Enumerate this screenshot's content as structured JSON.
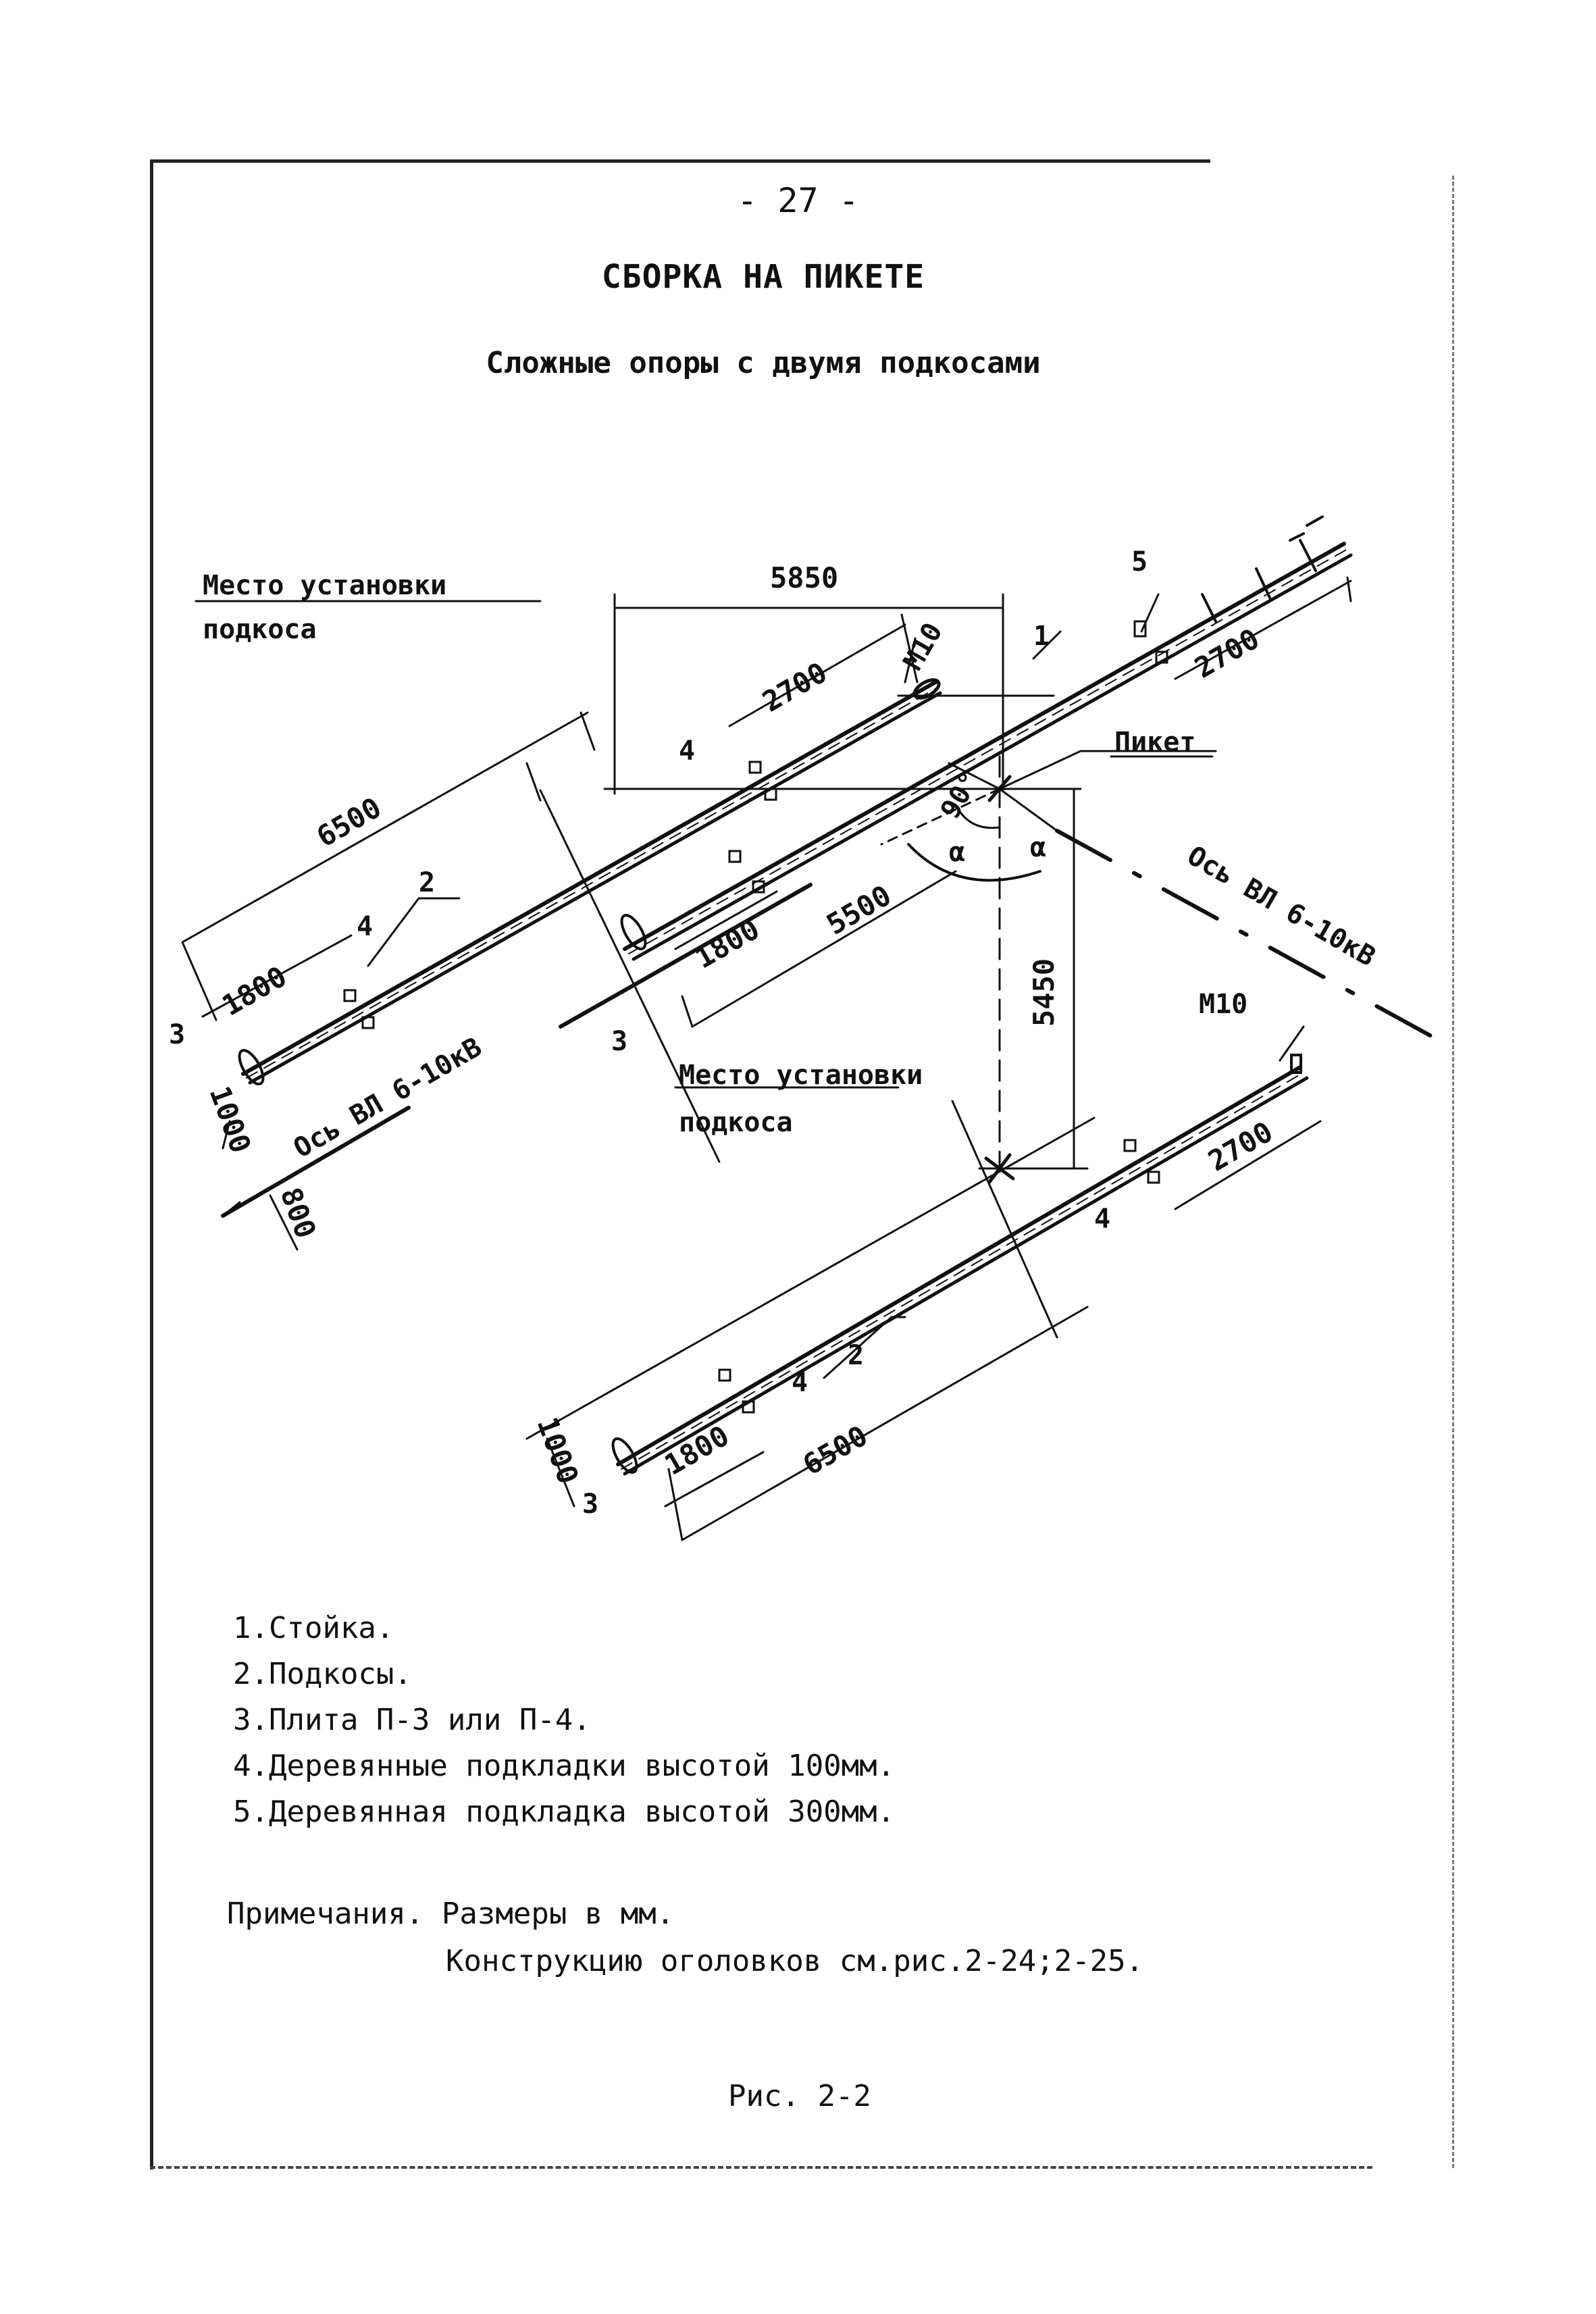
{
  "page_number": "- 27 -",
  "title": "СБОРКА НА ПИКЕТЕ",
  "subtitle": "Сложные опоры с двумя подкосами",
  "diagram": {
    "mesto_top_line1": "Место установки",
    "mesto_top_line2": "подкоса",
    "mesto_bottom_line1": "Место установки",
    "mesto_bottom_line2": "подкоса",
    "piket": "Пикет",
    "axis_left": "Ось ВЛ 6-10кВ",
    "axis_right": "Ось ВЛ 6-10кВ",
    "dim_5850": "5850",
    "dim_6500_top": "6500",
    "dim_2700_a": "2700",
    "dim_2700_b": "2700",
    "dim_2700_c": "2700",
    "dim_1800_a": "1800",
    "dim_1800_b": "1800",
    "dim_1800_c": "1800",
    "dim_5500": "5500",
    "dim_5450": "5450",
    "dim_6500_bottom": "6500",
    "dim_1000_a": "1000",
    "dim_1000_b": "1000",
    "dim_800": "800",
    "m10_a": "М10",
    "m10_b": "М10",
    "callout_1": "1",
    "callout_2a": "2",
    "callout_2b": "2",
    "callout_3a": "3",
    "callout_3b": "3",
    "callout_3c": "3",
    "callout_4a": "4",
    "callout_4b": "4",
    "callout_4c": "4",
    "callout_4d": "4",
    "callout_5": "5",
    "angle_alpha_1": "α",
    "angle_alpha_2": "α",
    "angle_90": "90°"
  },
  "legend": [
    "1.Стойка.",
    "2.Подкосы.",
    "3.Плита П-3 или П-4.",
    "4.Деревянные подкладки высотой 100мм.",
    "5.Деревянная подкладка высотой 300мм."
  ],
  "notes": {
    "line1": "Примечания. Размеры в мм.",
    "line2": "Конструкцию оголовков см.рис.2-24;2-25."
  },
  "figure_caption": "Рис. 2-2"
}
